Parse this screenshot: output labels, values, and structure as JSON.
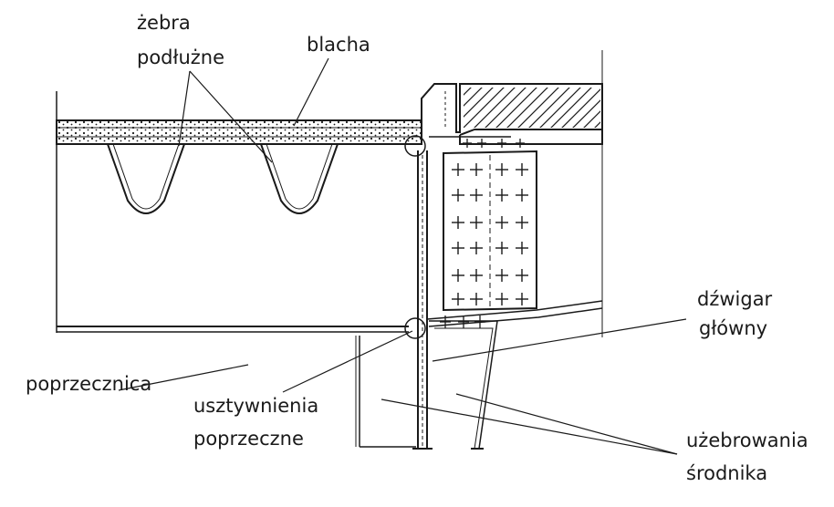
{
  "labels": {
    "zebra_line1": "żebra",
    "zebra_line2": "podłużne",
    "blacha": "blacha",
    "dzwigar_line1": "dźwigar",
    "dzwigar_line2": "główny",
    "poprzecznica": "poprzecznica",
    "usztywnienia_line1": "usztywnienia",
    "usztywnienia_line2": "poprzeczne",
    "uzebrowania_line1": "użebrowania",
    "uzebrowania_line2": "środnika"
  },
  "colors": {
    "ink": "#1a1a1a",
    "paper": "#ffffff"
  }
}
